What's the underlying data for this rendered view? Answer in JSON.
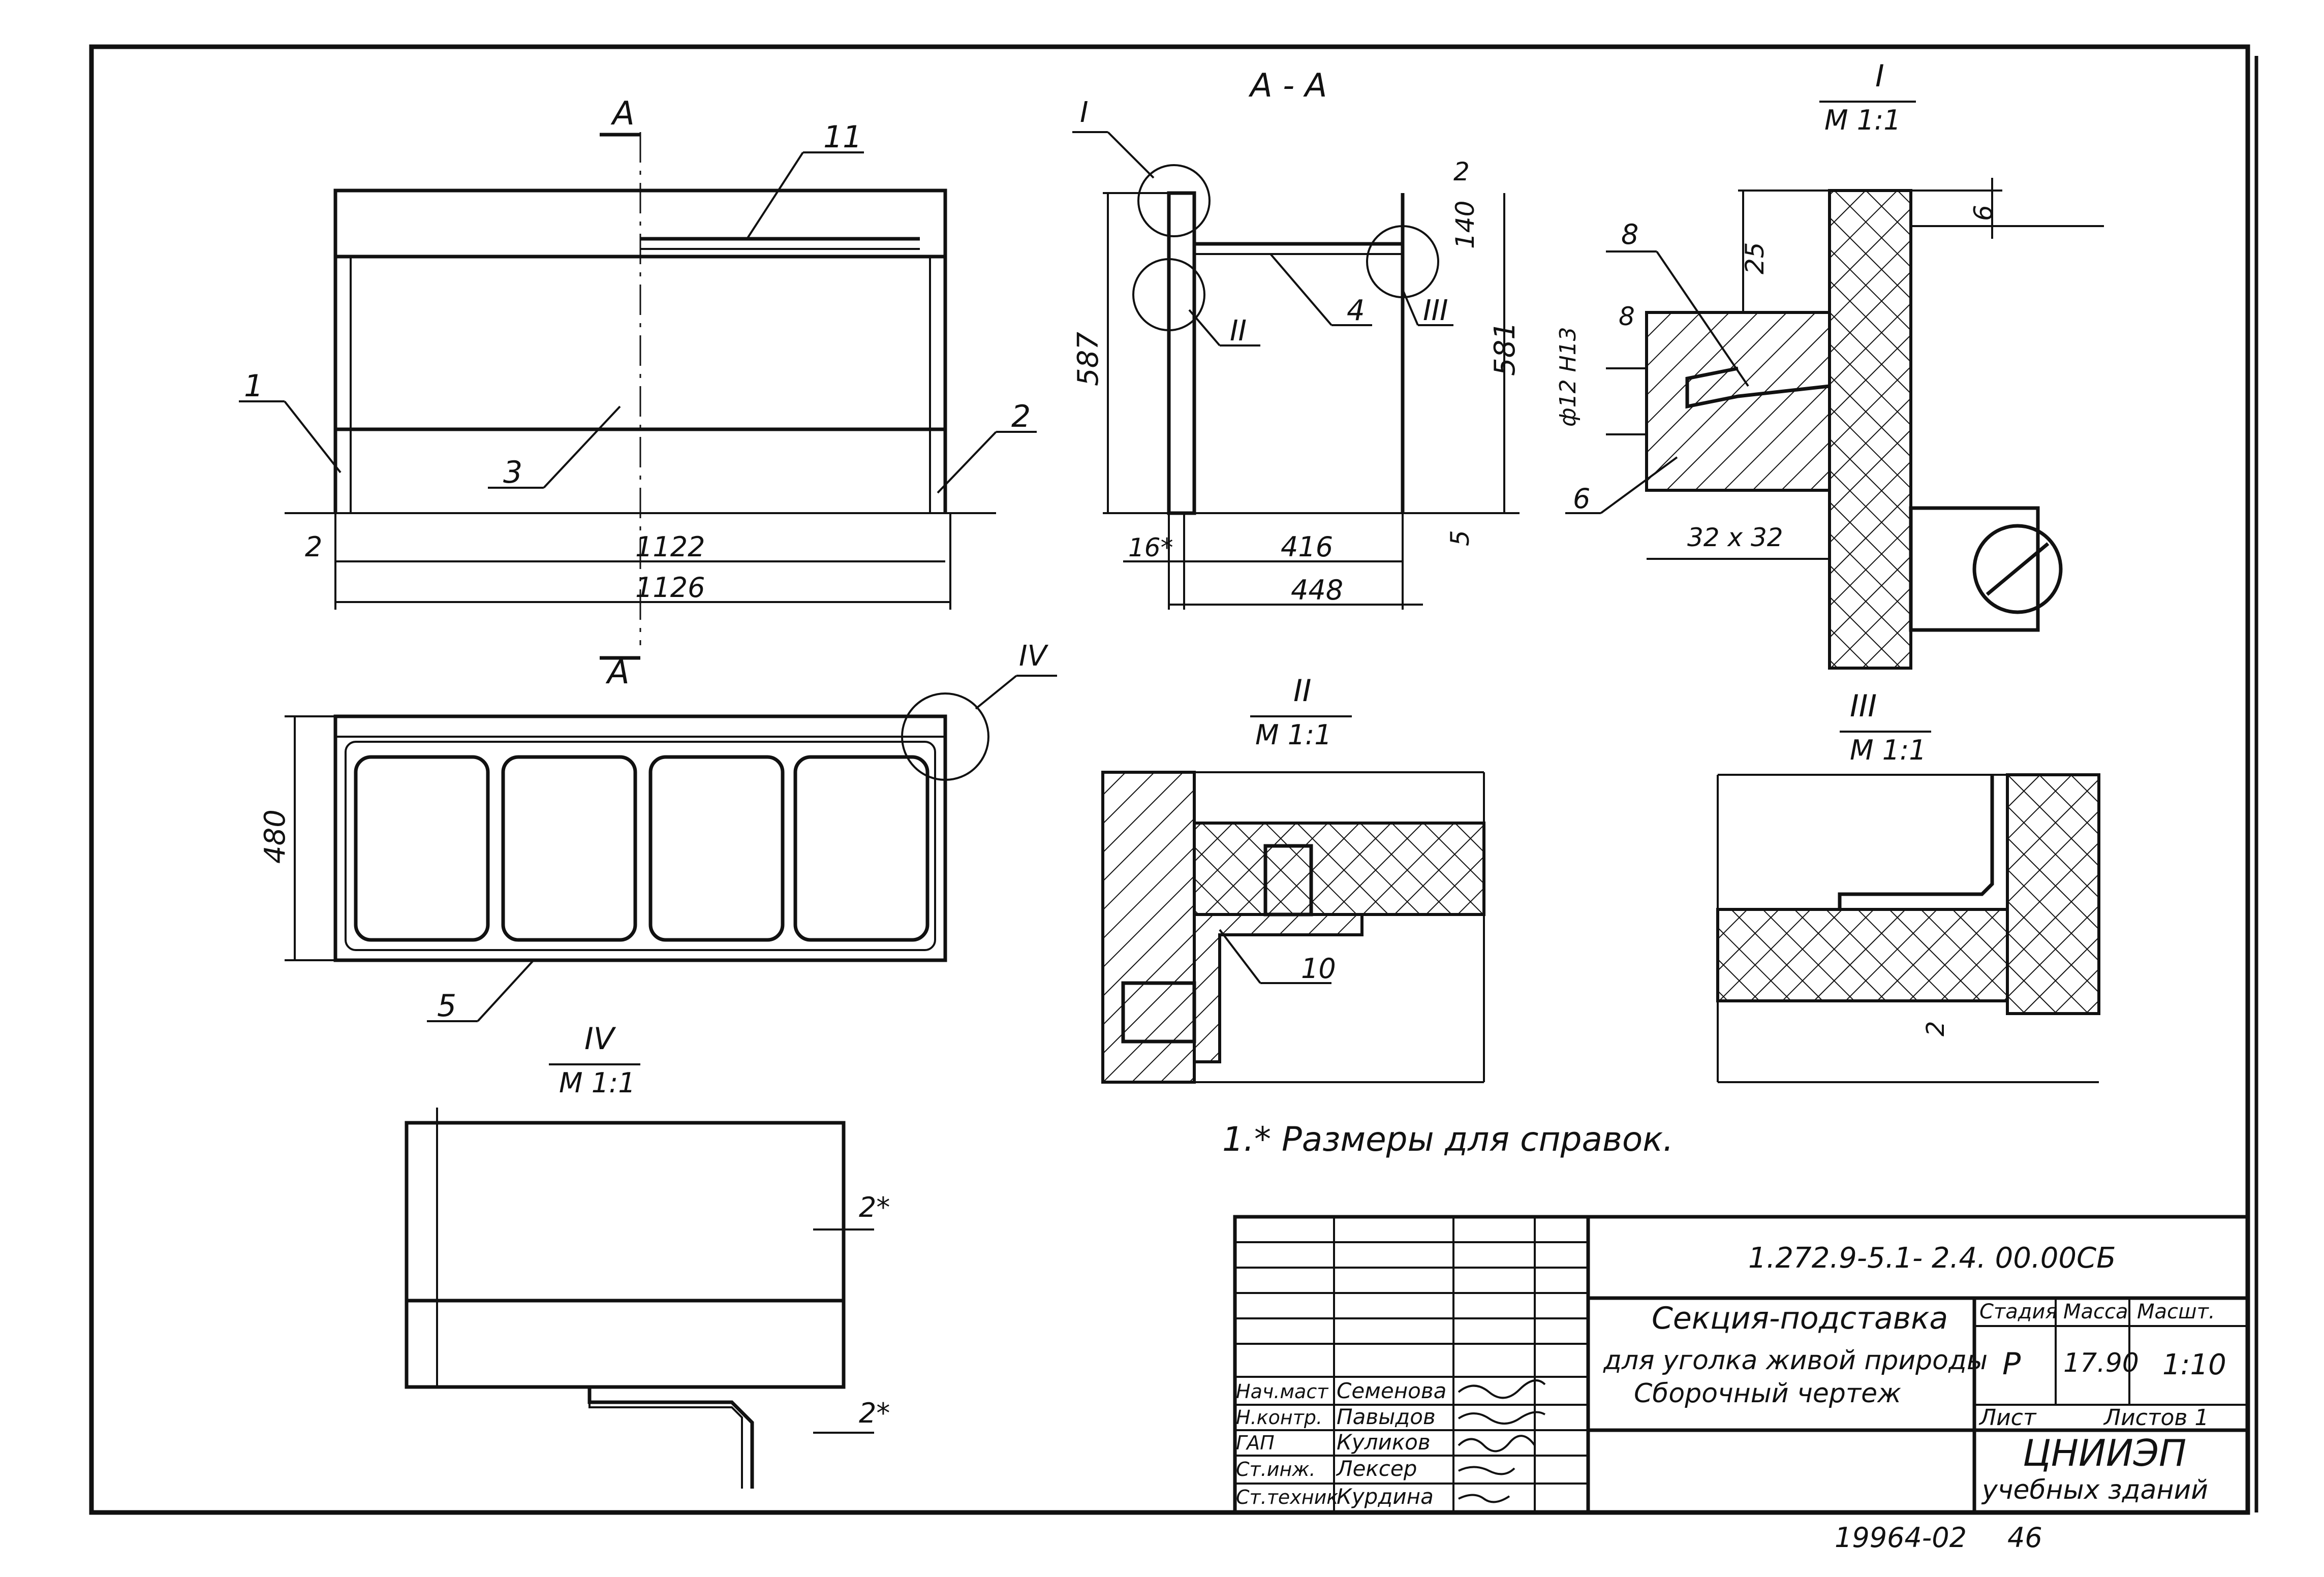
{
  "views": {
    "front": {
      "section_mark": "А",
      "section_mark_bottom": "А",
      "dim_overall": "1122",
      "dim_total": "1126",
      "dim_left": "2"
    },
    "section_aa": {
      "title": "А - А",
      "dim_height_left": "587",
      "dim_height_right": "581",
      "dim_top": "2",
      "dim_140": "140",
      "dim_bottom": "5",
      "dim_width_inner": "416",
      "dim_width_outer": "448",
      "dim_offset": "16*"
    },
    "plan": {
      "dim_depth": "480"
    },
    "detail_I": {
      "title": "I",
      "scale": "М 1:1",
      "dim_25": "25",
      "dim_6_top": "6",
      "dim_8": "8",
      "dim_hole": "ф12 Н13",
      "dim_section": "32 x 32",
      "pos_8": "8",
      "pos_6": "6"
    },
    "detail_II": {
      "title": "II",
      "scale": "М 1:1",
      "pos_10": "10"
    },
    "detail_III": {
      "title": "III",
      "scale": "М 1:1",
      "dim_2": "2"
    },
    "detail_IV": {
      "title": "IV",
      "scale": "М 1:1",
      "dim_gap_top": "2*",
      "dim_gap_bottom": "2*"
    }
  },
  "callouts": {
    "front": [
      "1",
      "2",
      "3",
      "11"
    ],
    "section": [
      "I",
      "II",
      "III",
      "4"
    ],
    "plan": [
      "IV",
      "5"
    ]
  },
  "note": "1.* Размеры для справок.",
  "title_block": {
    "designation": "1.272.9-5.1- 2.4. 00.00СБ",
    "name_lines": [
      "Секция-подставка",
      "для уголка живой природы",
      "Сборочный чертеж"
    ],
    "col_headers": [
      "Стадия",
      "Масса",
      "Масшт."
    ],
    "stage": "Р",
    "mass": "17.90",
    "scale": "1:10",
    "sheet_label": "Лист",
    "sheets_label": "Листов 1",
    "organization": [
      "ЦНИИЭП",
      "учебных зданий"
    ],
    "roles": [
      {
        "role": "Нач.маст",
        "name": "Семенова"
      },
      {
        "role": "Н.контр.",
        "name": "Павыдов"
      },
      {
        "role": "ГАП",
        "name": "Куликов"
      },
      {
        "role": "Ст.инж.",
        "name": "Лексер"
      },
      {
        "role": "Ст.техник",
        "name": "Курдина"
      }
    ]
  },
  "footer_number": "19964-02",
  "page_number": "46"
}
